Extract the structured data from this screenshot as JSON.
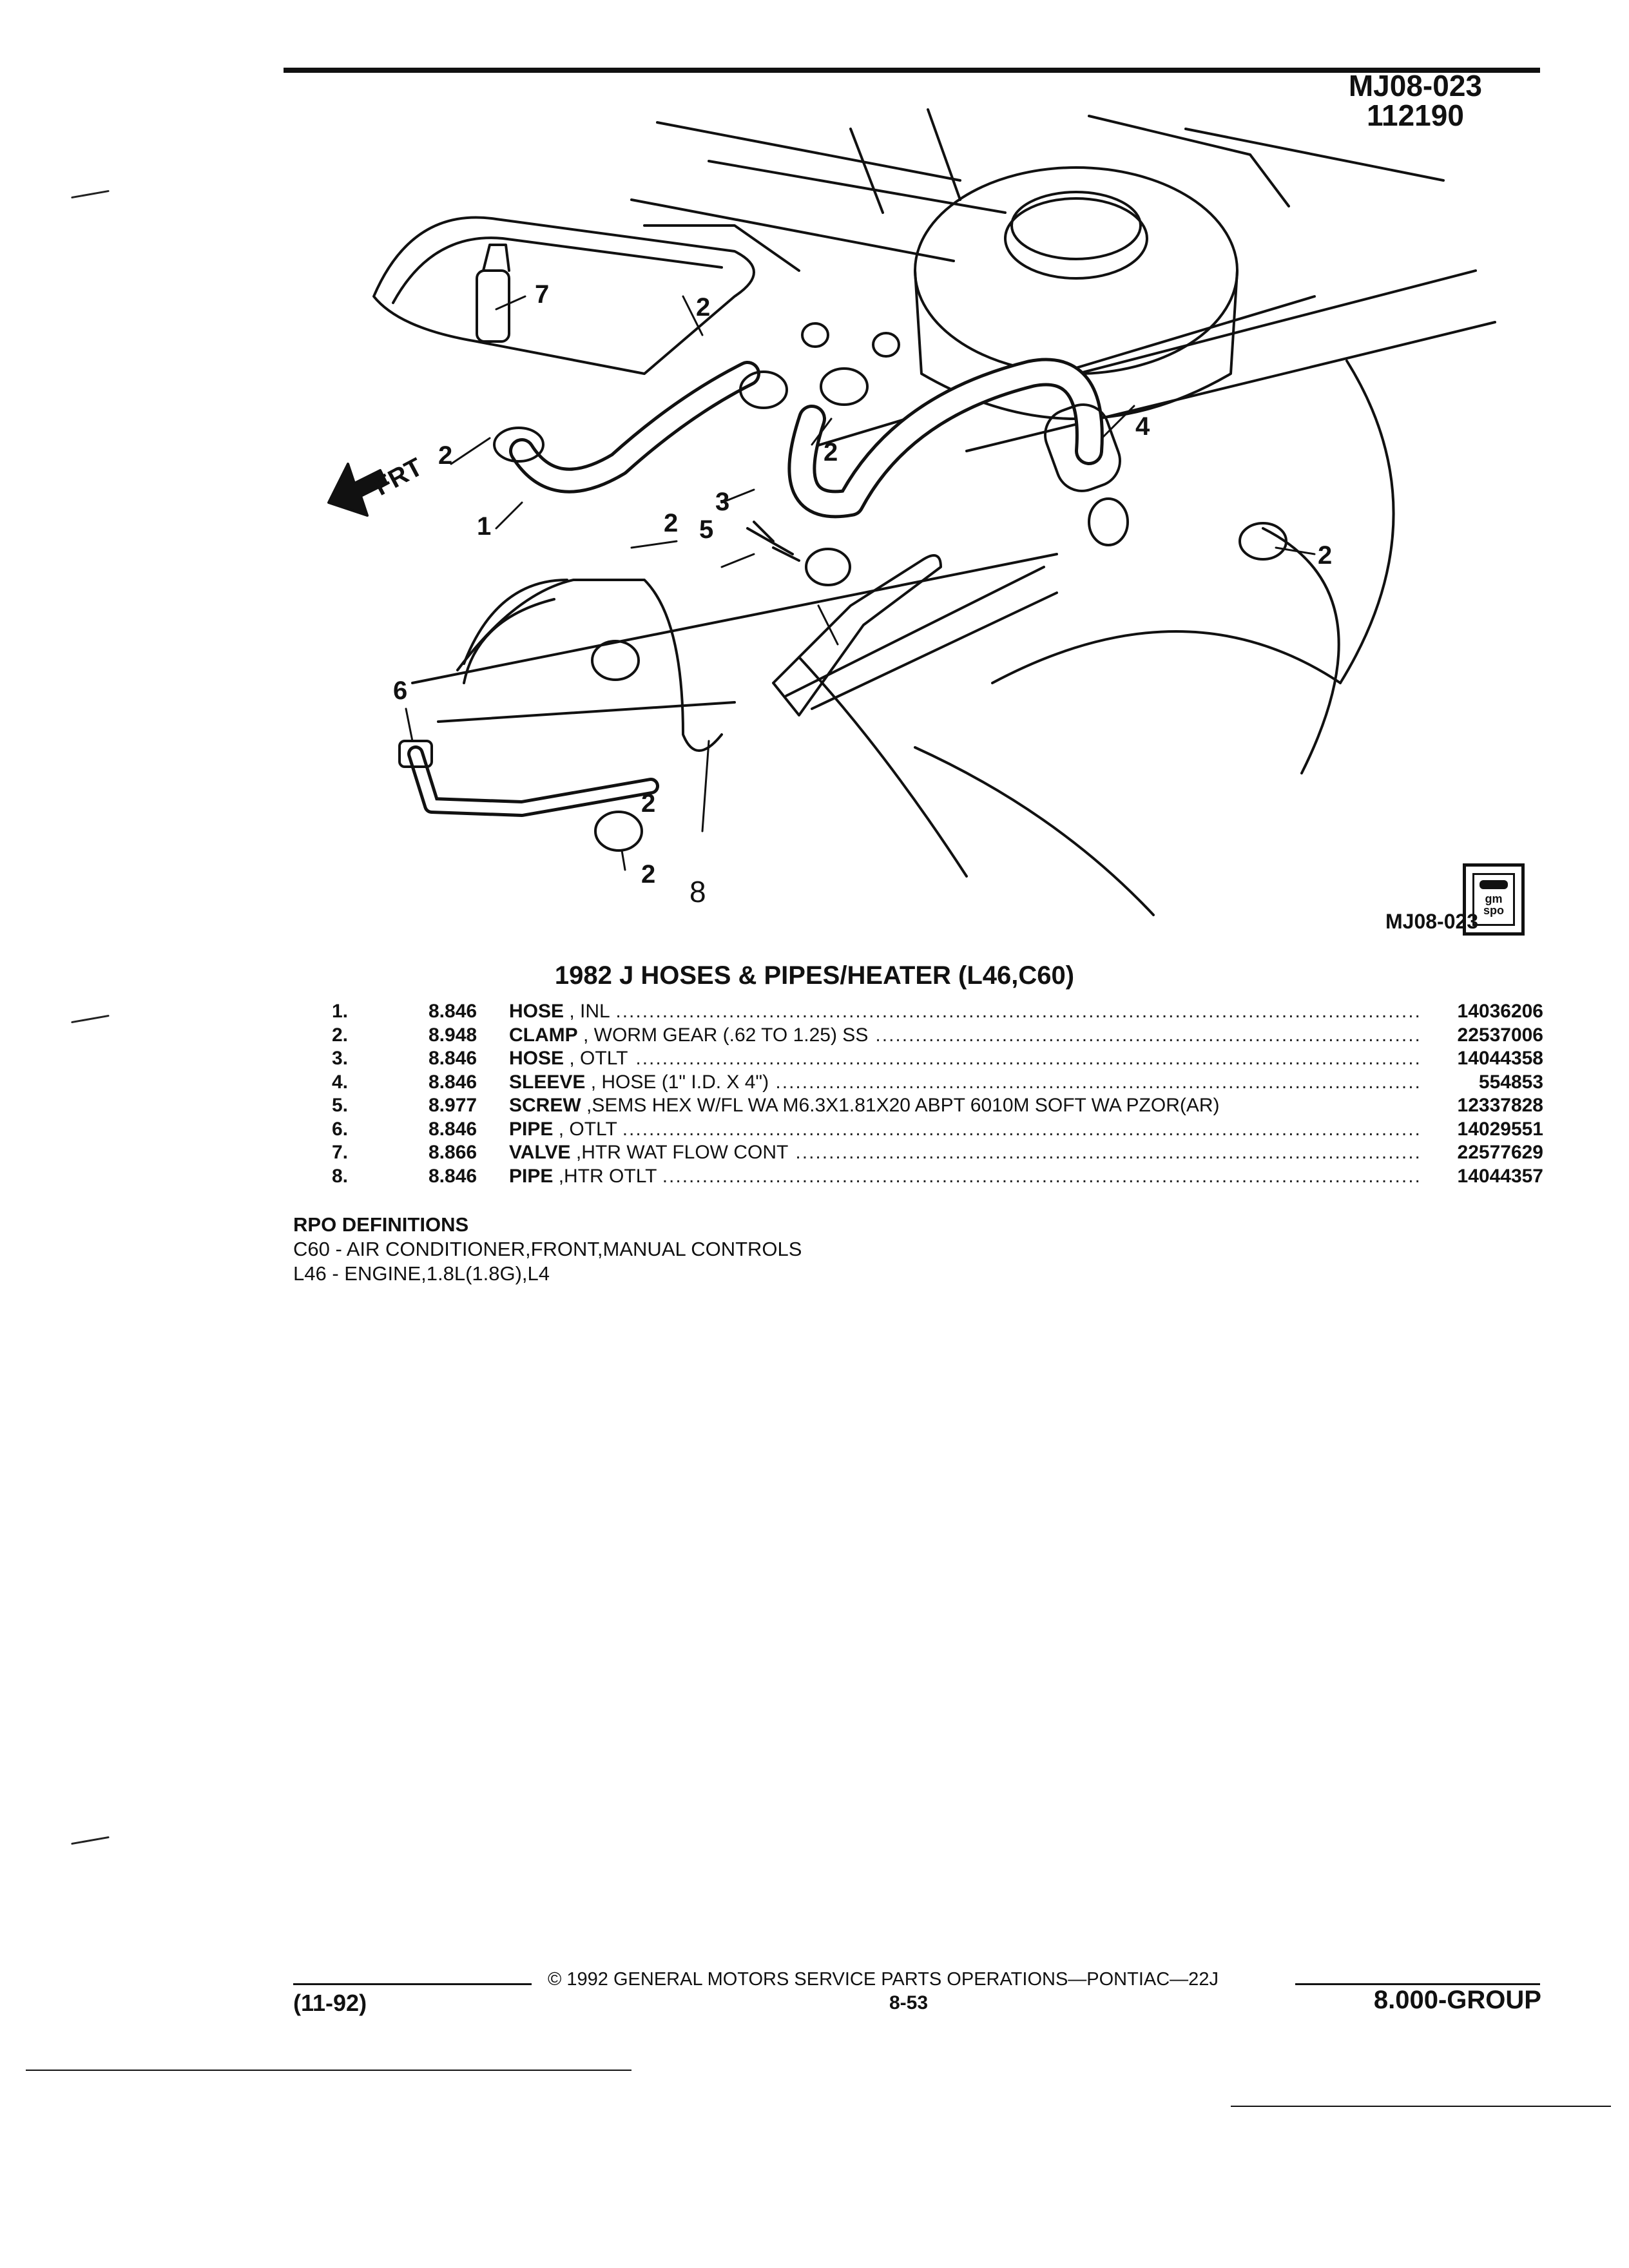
{
  "header": {
    "ref_code": "MJ08-023",
    "ref_date": "112190"
  },
  "diagram": {
    "front_label": "FRT",
    "callouts": [
      "7",
      "2",
      "2",
      "2",
      "3",
      "4",
      "2",
      "1",
      "5",
      "2",
      "2",
      "6",
      "2",
      "8"
    ],
    "figure_id": "MJ08-023",
    "logo_text": "gm spo"
  },
  "parts": {
    "title": "1982 J HOSES & PIPES/HEATER (L46,C60)",
    "items": [
      {
        "num": "1.",
        "group": "8.846",
        "name": "HOSE",
        "desc": " , INL",
        "part_no": "14036206"
      },
      {
        "num": "2.",
        "group": "8.948",
        "name": "CLAMP",
        "desc": " , WORM GEAR (.62 TO 1.25) SS",
        "part_no": "22537006"
      },
      {
        "num": "3.",
        "group": "8.846",
        "name": "HOSE",
        "desc": " , OTLT",
        "part_no": "14044358"
      },
      {
        "num": "4.",
        "group": "8.846",
        "name": "SLEEVE",
        "desc": " , HOSE (1\" I.D. X 4\")",
        "part_no": "554853"
      },
      {
        "num": "5.",
        "group": "8.977",
        "name": "SCREW",
        "desc": " ,SEMS HEX W/FL WA M6.3X1.81X20 ABPT 6010M SOFT WA PZOR(AR)",
        "part_no": "12337828"
      },
      {
        "num": "6.",
        "group": "8.846",
        "name": "PIPE",
        "desc": " , OTLT",
        "part_no": "14029551"
      },
      {
        "num": "7.",
        "group": "8.866",
        "name": "VALVE",
        "desc": " ,HTR WAT FLOW CONT",
        "part_no": "22577629"
      },
      {
        "num": "8.",
        "group": "8.846",
        "name": "PIPE",
        "desc": " ,HTR OTLT",
        "part_no": "14044357"
      }
    ]
  },
  "rpo": {
    "heading": "RPO DEFINITIONS",
    "lines": [
      "C60 - AIR CONDITIONER,FRONT,MANUAL CONTROLS",
      "L46 - ENGINE,1.8L(1.8G),L4"
    ]
  },
  "footer": {
    "copyright": "©  1992  GENERAL MOTORS SERVICE PARTS OPERATIONS—PONTIAC—22J",
    "date_code": "(11-92)",
    "page_number": "8-53",
    "group_code": "8.000-GROUP"
  }
}
